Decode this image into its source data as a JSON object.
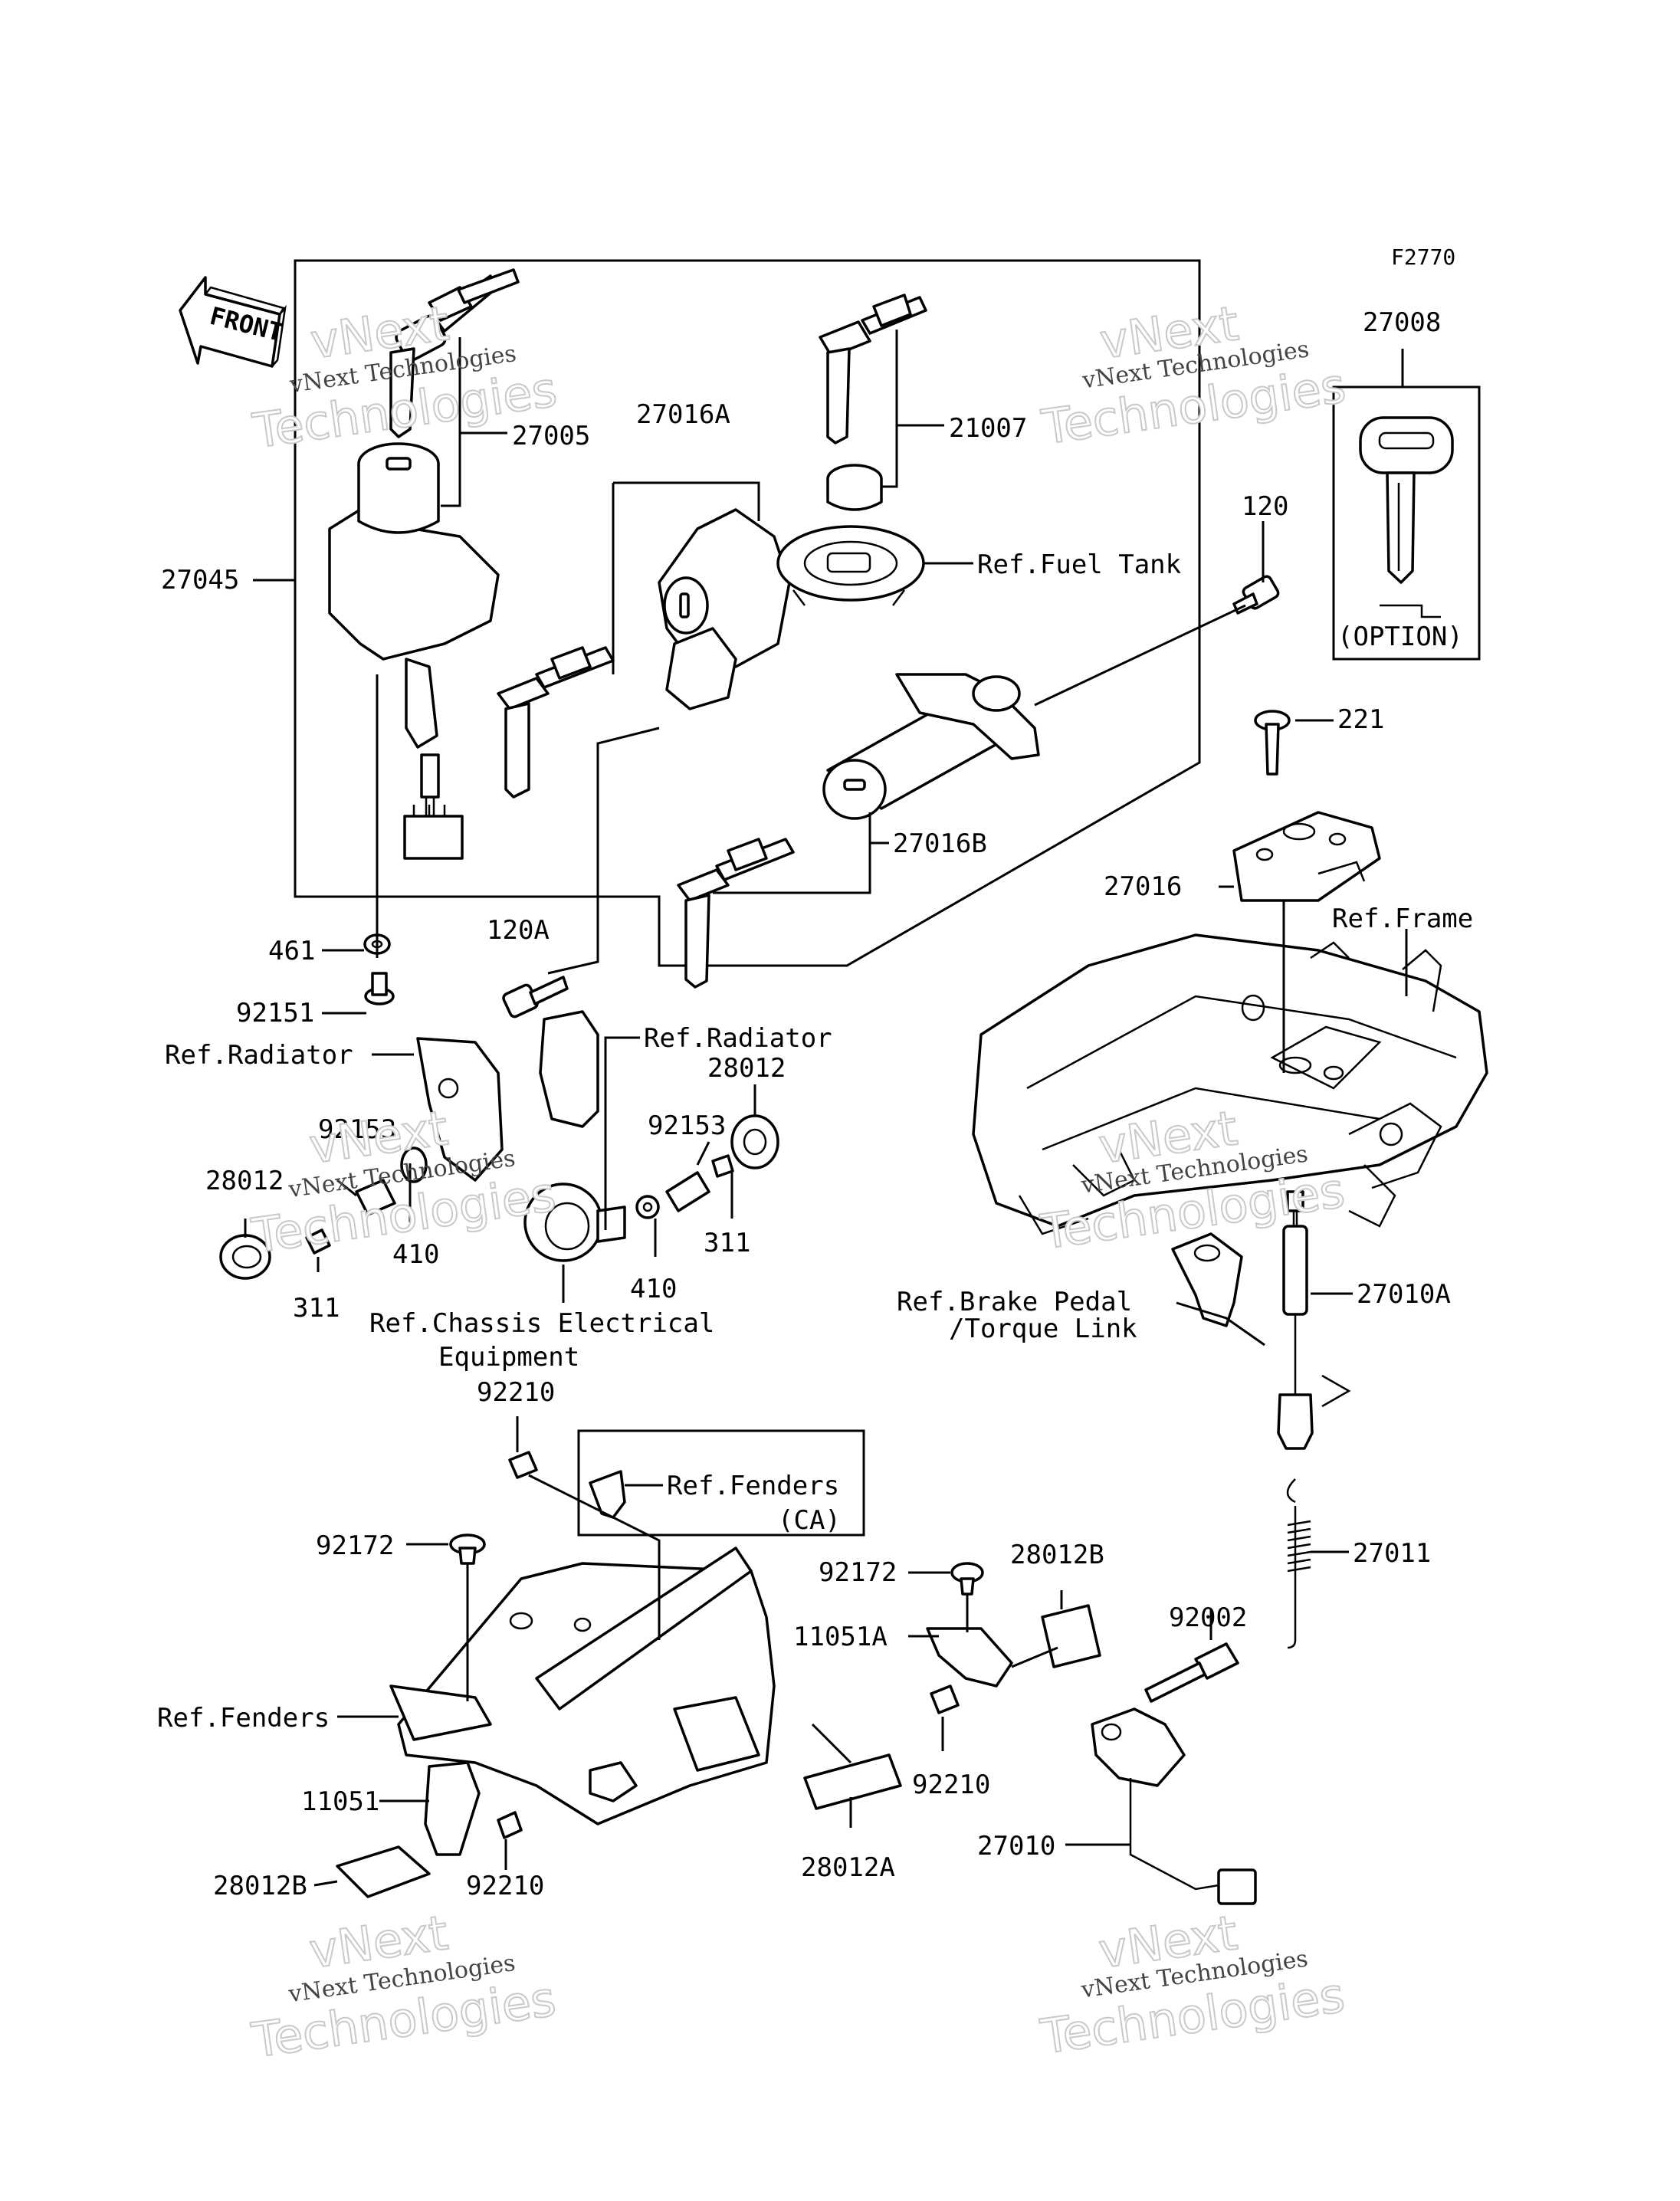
{
  "figure_code": "F2770",
  "front_label": "FRONT",
  "watermark": {
    "brand": "vNext",
    "line1": "vNext Technologies",
    "line2": "Technologies"
  },
  "callouts": {
    "c27005": "27005",
    "c27016A": "27016A",
    "c21007": "21007",
    "c27008": "27008",
    "c_option": "(OPTION)",
    "c_ref_fuel_tank": "Ref.Fuel Tank",
    "c120": "120",
    "c27045": "27045",
    "c221": "221",
    "c27016B": "27016B",
    "c27016": "27016",
    "c_ref_frame": "Ref.Frame",
    "c461": "461",
    "c120A": "120A",
    "c92151": "92151",
    "c_ref_radiator_r": "Ref.Radiator",
    "c28012_r": "28012",
    "c_ref_radiator_l": "Ref.Radiator",
    "c92153_l": "92153",
    "c92153_r": "92153",
    "c28012_l": "28012",
    "c410_l": "410",
    "c311_r": "311",
    "c311_l": "311",
    "c410_r": "410",
    "c_ref_chassis_1": "Ref.Chassis Electrical",
    "c_ref_chassis_2": "Equipment",
    "c_ref_brake_1": "Ref.Brake Pedal",
    "c_ref_brake_2": "/Torque Link",
    "c27010A": "27010A",
    "c92210_top": "92210",
    "c_ref_fenders_ca": "Ref.Fenders",
    "c_ca": "(CA)",
    "c92172_l": "92172",
    "c27011": "27011",
    "c92172_r": "92172",
    "c28012B_r": "28012B",
    "c92002": "92002",
    "c11051A": "11051A",
    "c_ref_fenders": "Ref.Fenders",
    "c92210_mid": "92210",
    "c27010": "27010",
    "c11051": "11051",
    "c28012A": "28012A",
    "c28012B_l": "28012B",
    "c92210_bot": "92210"
  }
}
